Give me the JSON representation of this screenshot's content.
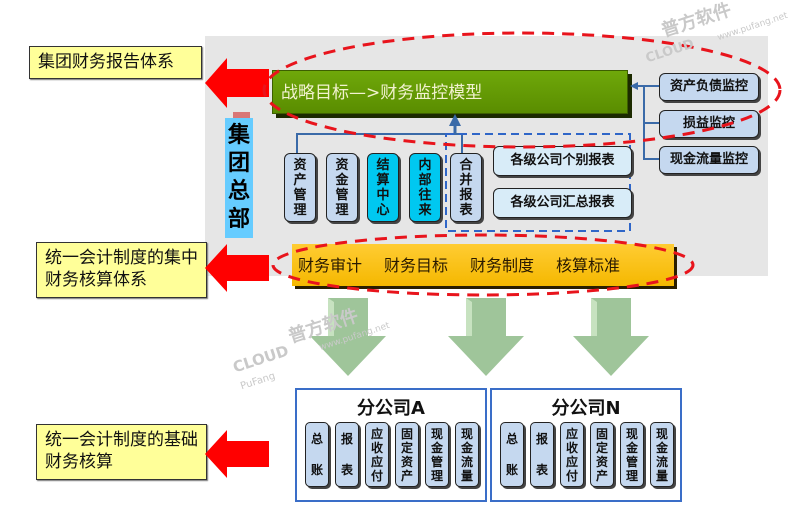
{
  "left_labels": {
    "group_reporting": "集团财务报告体系",
    "centralized_accounting": "统一会计制度的集中财务核算体系",
    "basic_accounting": "统一会计制度的基础财务核算"
  },
  "headquarters": {
    "title_chars": [
      "集",
      "团",
      "总",
      "部"
    ],
    "model_bar": "战略目标—>财务监控模型",
    "modules": [
      {
        "chars": [
          "资",
          "产",
          "管",
          "理"
        ],
        "highlight": false
      },
      {
        "chars": [
          "资",
          "金",
          "管",
          "理"
        ],
        "highlight": false
      },
      {
        "chars": [
          "结",
          "算",
          "中",
          "心"
        ],
        "highlight": true
      },
      {
        "chars": [
          "内",
          "部",
          "往",
          "来"
        ],
        "highlight": true
      },
      {
        "chars": [
          "合",
          "并",
          "报",
          "表"
        ],
        "highlight": false
      }
    ],
    "reports": [
      "各级公司个别报表",
      "各级公司汇总报表"
    ],
    "monitors": [
      "资产负债监控",
      "损益监控",
      "现金流量监控"
    ],
    "standards": [
      "财务审计",
      "财务目标",
      "财务制度",
      "核算标准"
    ]
  },
  "branches": [
    {
      "title": "分公司A",
      "items": [
        {
          "chars": [
            "总",
            "账"
          ]
        },
        {
          "chars": [
            "报",
            "表"
          ]
        },
        {
          "chars": [
            "应",
            "收",
            "应",
            "付"
          ]
        },
        {
          "chars": [
            "固",
            "定",
            "资",
            "产"
          ]
        },
        {
          "chars": [
            "现",
            "金",
            "管",
            "理"
          ]
        },
        {
          "chars": [
            "现",
            "金",
            "流",
            "量"
          ]
        }
      ]
    },
    {
      "title": "分公司N",
      "items": [
        {
          "chars": [
            "总",
            "账"
          ]
        },
        {
          "chars": [
            "报",
            "表"
          ]
        },
        {
          "chars": [
            "应",
            "收",
            "应",
            "付"
          ]
        },
        {
          "chars": [
            "固",
            "定",
            "资",
            "产"
          ]
        },
        {
          "chars": [
            "现",
            "金",
            "管",
            "理"
          ]
        },
        {
          "chars": [
            "现",
            "金",
            "流",
            "量"
          ]
        }
      ]
    }
  ],
  "watermark": {
    "brand": "普方软件",
    "url": "www.pufang.net",
    "logo_text": "CLOUD",
    "sub": "PuFang"
  },
  "colors": {
    "arrow_red": "#ff0000",
    "dashed_red": "#e8141c",
    "dashed_blue": "#2f66c8",
    "connector_blue": "#3a6aa8",
    "green_bar": "#5f9600",
    "orange_bar": "#fbbf16",
    "label_yellow": "#ffff99",
    "down_arrow_green": "#9fc59a"
  }
}
